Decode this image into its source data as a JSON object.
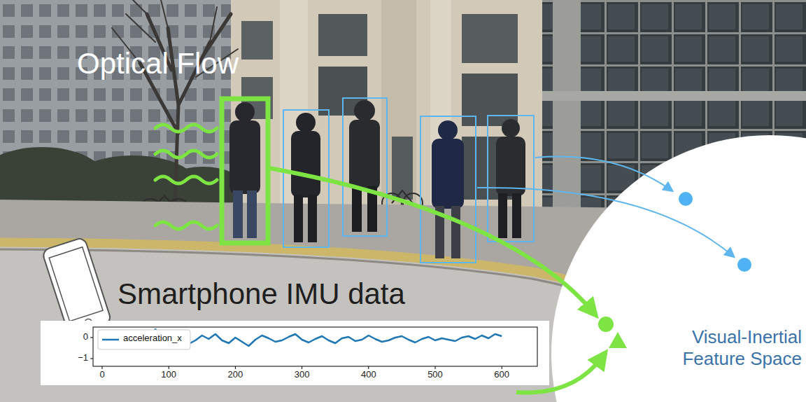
{
  "diagram": {
    "nodes": [
      {
        "text": [
          "Visual-Inertial Feature Space"
        ]
      }
    ],
    "labels": [
      "Optical Flow",
      "Smartphone IMU data",
      "0",
      "−1",
      "0",
      "100",
      "200",
      "300",
      "400",
      "500",
      "600"
    ],
    "legend": [
      {
        "text": "acceleration_x"
      }
    ]
  }
}
